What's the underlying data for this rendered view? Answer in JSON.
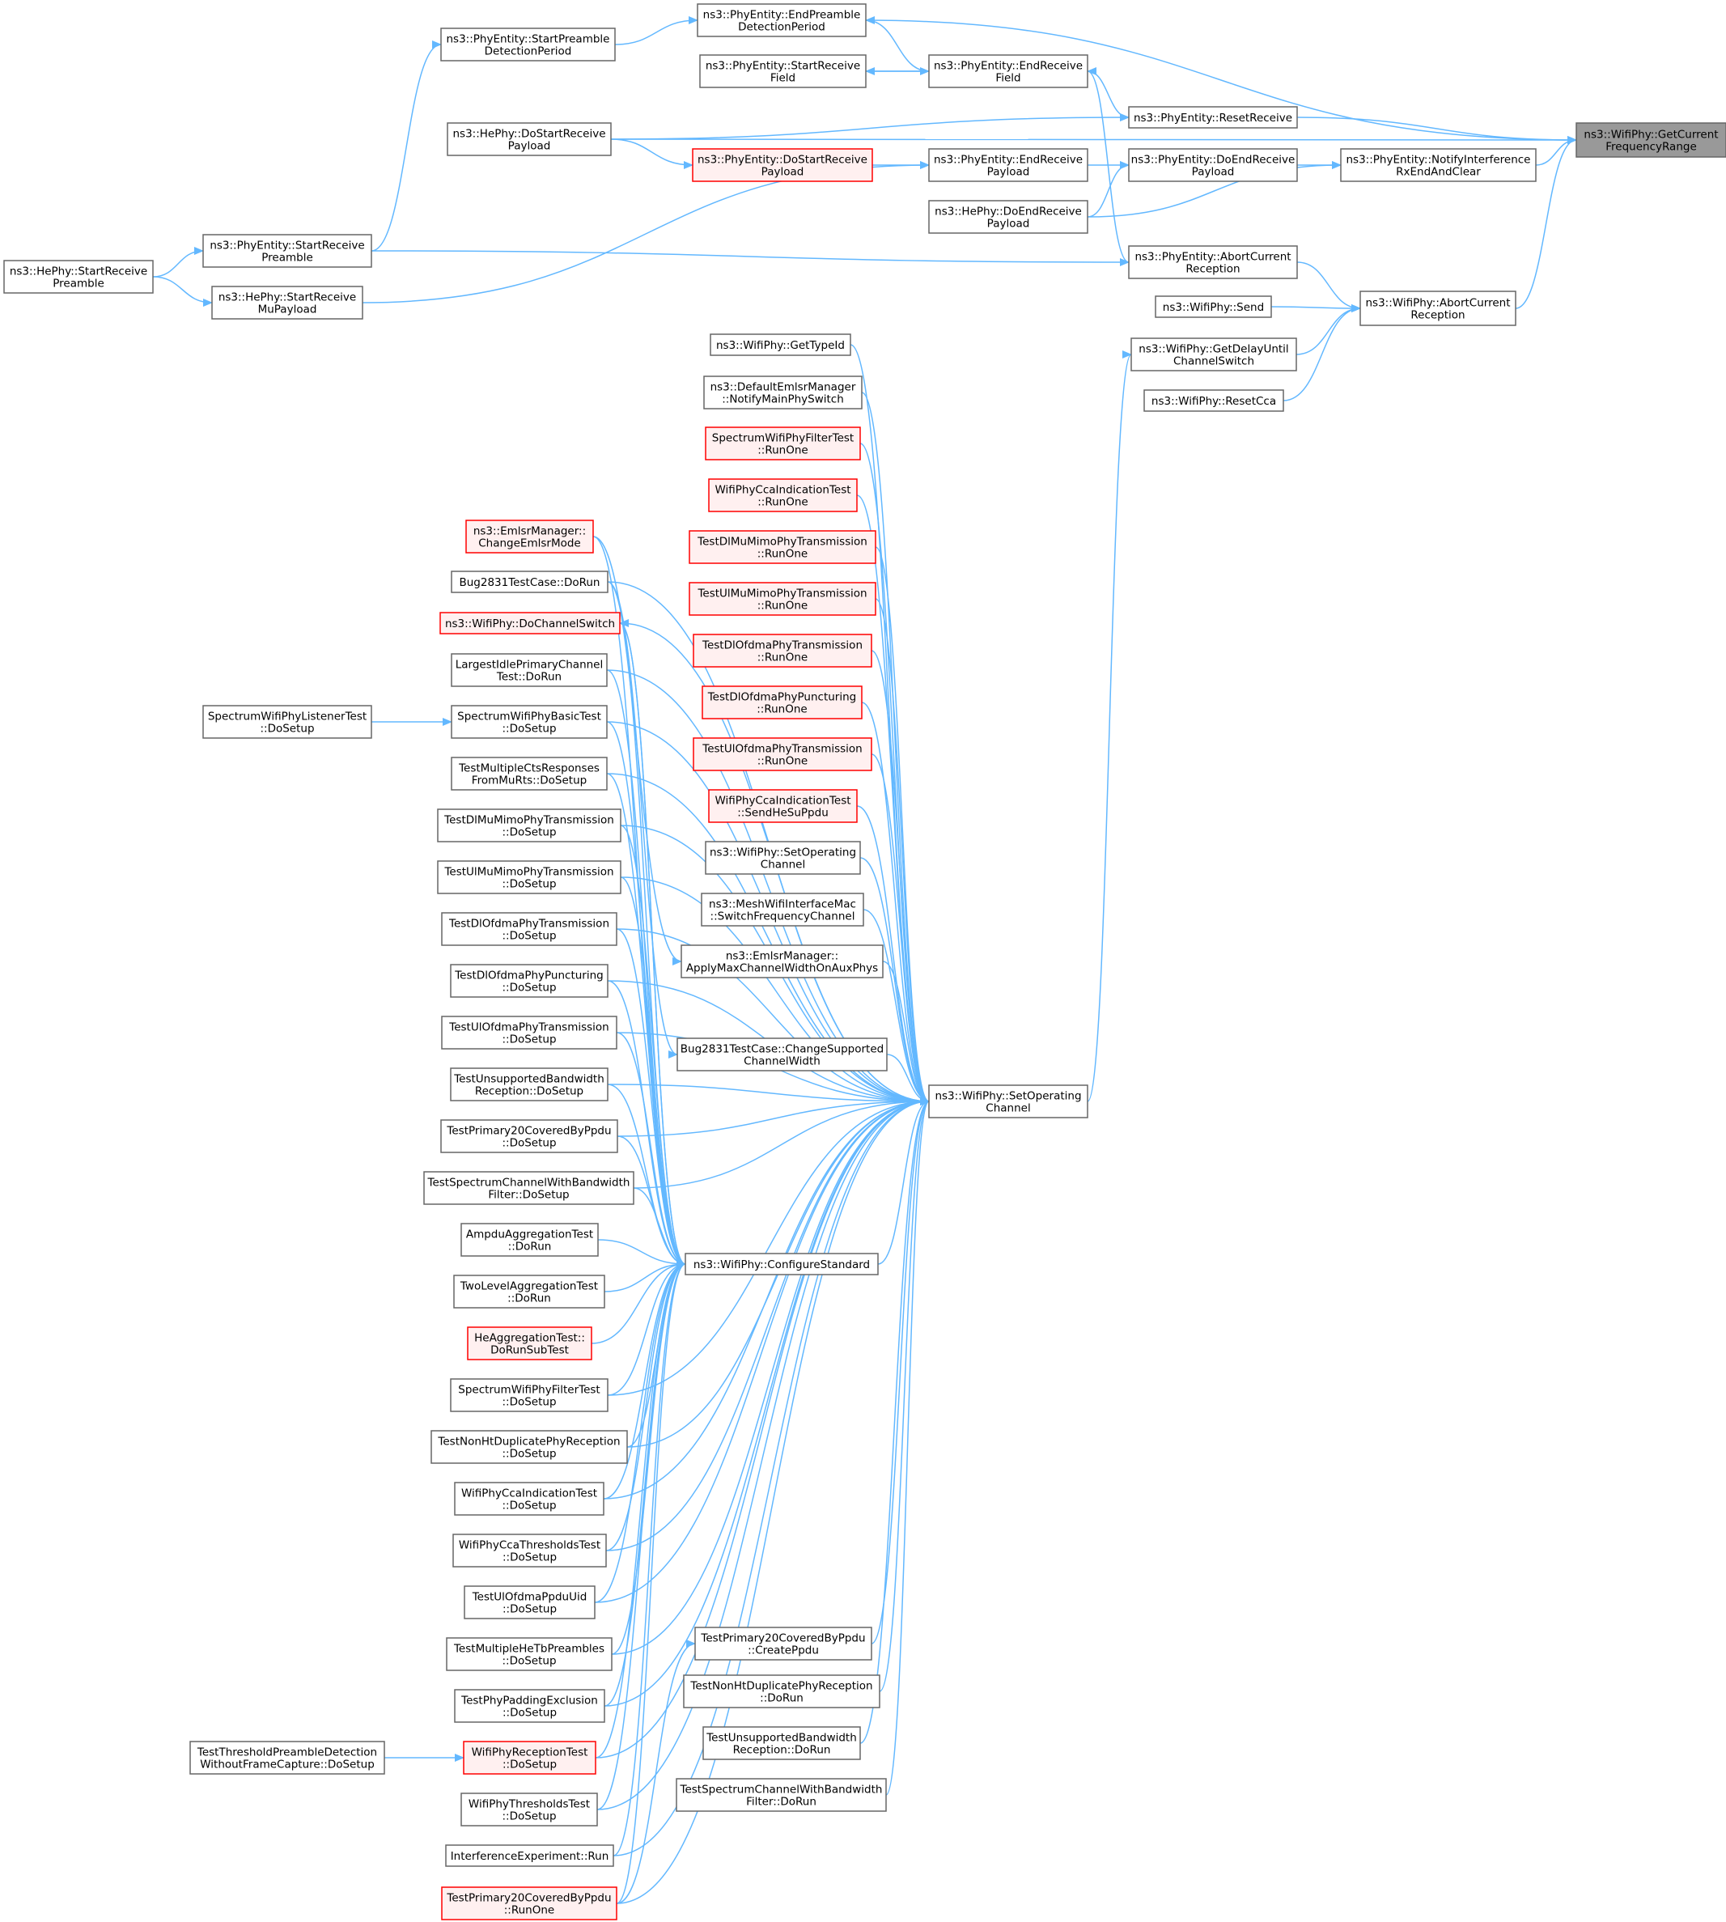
{
  "colors": {
    "edge": "#63b8ff",
    "node_border": "#666666",
    "node_fill": "#ffffff",
    "red_border": "#ff0000",
    "red_fill": "#fff0f0",
    "root_fill": "#999999",
    "root_border": "#666666"
  },
  "nodes": [
    {
      "id": "root",
      "lines": [
        "ns3::WifiPhy::GetCurrent",
        "FrequencyRange"
      ],
      "style": "root"
    },
    {
      "id": "endPreambleDet",
      "lines": [
        "ns3::PhyEntity::EndPreamble",
        "DetectionPeriod"
      ],
      "style": "normal"
    },
    {
      "id": "startPreambleDet",
      "lines": [
        "ns3::PhyEntity::StartPreamble",
        "DetectionPeriod"
      ],
      "style": "normal"
    },
    {
      "id": "endReceiveField",
      "lines": [
        "ns3::PhyEntity::EndReceive",
        "Field"
      ],
      "style": "normal"
    },
    {
      "id": "startReceiveField",
      "lines": [
        "ns3::PhyEntity::StartReceive",
        "Field"
      ],
      "style": "normal"
    },
    {
      "id": "resetReceive",
      "lines": [
        "ns3::PhyEntity::ResetReceive"
      ],
      "style": "normal"
    },
    {
      "id": "heDoStartReceivePayload",
      "lines": [
        "ns3::HePhy::DoStartReceive",
        "Payload"
      ],
      "style": "normal"
    },
    {
      "id": "peDoStartReceivePayload",
      "lines": [
        "ns3::PhyEntity::DoStartReceive",
        "Payload"
      ],
      "style": "red"
    },
    {
      "id": "peEndReceivePayload",
      "lines": [
        "ns3::PhyEntity::EndReceive",
        "Payload"
      ],
      "style": "normal"
    },
    {
      "id": "peDoEndReceivePayload",
      "lines": [
        "ns3::PhyEntity::DoEndReceive",
        "Payload"
      ],
      "style": "normal"
    },
    {
      "id": "notifyInterference",
      "lines": [
        "ns3::PhyEntity::NotifyInterference",
        "RxEndAndClear"
      ],
      "style": "normal"
    },
    {
      "id": "heDoEndReceivePayload",
      "lines": [
        "ns3::HePhy::DoEndReceive",
        "Payload"
      ],
      "style": "normal"
    },
    {
      "id": "peStartReceivePreamble",
      "lines": [
        "ns3::PhyEntity::StartReceive",
        "Preamble"
      ],
      "style": "normal"
    },
    {
      "id": "heStartReceivePreamble",
      "lines": [
        "ns3::HePhy::StartReceive",
        "Preamble"
      ],
      "style": "normal"
    },
    {
      "id": "heStartReceiveMuPayload",
      "lines": [
        "ns3::HePhy::StartReceive",
        "MuPayload"
      ],
      "style": "normal"
    },
    {
      "id": "peAbortCurrentReception",
      "lines": [
        "ns3::PhyEntity::AbortCurrent",
        "Reception"
      ],
      "style": "normal"
    },
    {
      "id": "wpAbortCurrentReception",
      "lines": [
        "ns3::WifiPhy::AbortCurrent",
        "Reception"
      ],
      "style": "normal"
    },
    {
      "id": "wpSend",
      "lines": [
        "ns3::WifiPhy::Send"
      ],
      "style": "normal"
    },
    {
      "id": "wpGetDelayUntil",
      "lines": [
        "ns3::WifiPhy::GetDelayUntil",
        "ChannelSwitch"
      ],
      "style": "normal"
    },
    {
      "id": "wpResetCca",
      "lines": [
        "ns3::WifiPhy::ResetCca"
      ],
      "style": "normal"
    },
    {
      "id": "wpGetTypeId",
      "lines": [
        "ns3::WifiPhy::GetTypeId"
      ],
      "style": "normal"
    },
    {
      "id": "notifyMainPhySwitch",
      "lines": [
        "ns3::DefaultEmlsrManager",
        "::NotifyMainPhySwitch"
      ],
      "style": "normal"
    },
    {
      "id": "swpfRunOne",
      "lines": [
        "SpectrumWifiPhyFilterTest",
        "::RunOne"
      ],
      "style": "red"
    },
    {
      "id": "wpciRunOne",
      "lines": [
        "WifiPhyCcaIndicationTest",
        "::RunOne"
      ],
      "style": "red"
    },
    {
      "id": "tdlmmRunOne",
      "lines": [
        "TestDlMuMimoPhyTransmission",
        "::RunOne"
      ],
      "style": "red"
    },
    {
      "id": "tulmmRunOne",
      "lines": [
        "TestUlMuMimoPhyTransmission",
        "::RunOne"
      ],
      "style": "red"
    },
    {
      "id": "tdlofRunOne",
      "lines": [
        "TestDlOfdmaPhyTransmission",
        "::RunOne"
      ],
      "style": "red"
    },
    {
      "id": "tdlopRunOne",
      "lines": [
        "TestDlOfdmaPhyPuncturing",
        "::RunOne"
      ],
      "style": "red"
    },
    {
      "id": "tulofRunOne",
      "lines": [
        "TestUlOfdmaPhyTransmission",
        "::RunOne"
      ],
      "style": "red"
    },
    {
      "id": "wpciSendHeSuPpdu",
      "lines": [
        "WifiPhyCcaIndicationTest",
        "::SendHeSuPpdu"
      ],
      "style": "red"
    },
    {
      "id": "wpSetOpChannelA",
      "lines": [
        "ns3::WifiPhy::SetOperating",
        "Channel"
      ],
      "style": "normal"
    },
    {
      "id": "meshSwitchFreq",
      "lines": [
        "ns3::MeshWifiInterfaceMac",
        "::SwitchFrequencyChannel"
      ],
      "style": "normal"
    },
    {
      "id": "emlsrApplyMax",
      "lines": [
        "ns3::EmlsrManager::",
        "ApplyMaxChannelWidthOnAuxPhys"
      ],
      "style": "normal"
    },
    {
      "id": "bugChangeSupported",
      "lines": [
        "Bug2831TestCase::ChangeSupported",
        "ChannelWidth"
      ],
      "style": "normal"
    },
    {
      "id": "wpSetOpChannel",
      "lines": [
        "ns3::WifiPhy::SetOperating",
        "Channel"
      ],
      "style": "normal"
    },
    {
      "id": "emlsrChangeMode",
      "lines": [
        "ns3::EmlsrManager::",
        "ChangeEmlsrMode"
      ],
      "style": "red"
    },
    {
      "id": "bugDoRun",
      "lines": [
        "Bug2831TestCase::DoRun"
      ],
      "style": "normal"
    },
    {
      "id": "wpDoChannelSwitch",
      "lines": [
        "ns3::WifiPhy::DoChannelSwitch"
      ],
      "style": "red"
    },
    {
      "id": "largestIdle",
      "lines": [
        "LargestIdlePrimaryChannel",
        "Test::DoRun"
      ],
      "style": "normal"
    },
    {
      "id": "swpListener",
      "lines": [
        "SpectrumWifiPhyListenerTest",
        "::DoSetup"
      ],
      "style": "normal"
    },
    {
      "id": "swpBasic",
      "lines": [
        "SpectrumWifiPhyBasicTest",
        "::DoSetup"
      ],
      "style": "normal"
    },
    {
      "id": "multiCts",
      "lines": [
        "TestMultipleCtsResponses",
        "FromMuRts::DoSetup"
      ],
      "style": "normal"
    },
    {
      "id": "tdlmmSetup",
      "lines": [
        "TestDlMuMimoPhyTransmission",
        "::DoSetup"
      ],
      "style": "normal"
    },
    {
      "id": "tulmmSetup",
      "lines": [
        "TestUlMuMimoPhyTransmission",
        "::DoSetup"
      ],
      "style": "normal"
    },
    {
      "id": "tdlofSetup",
      "lines": [
        "TestDlOfdmaPhyTransmission",
        "::DoSetup"
      ],
      "style": "normal"
    },
    {
      "id": "tdlopSetup",
      "lines": [
        "TestDlOfdmaPhyPuncturing",
        "::DoSetup"
      ],
      "style": "normal"
    },
    {
      "id": "tulofSetup",
      "lines": [
        "TestUlOfdmaPhyTransmission",
        "::DoSetup"
      ],
      "style": "normal"
    },
    {
      "id": "tubwSetup",
      "lines": [
        "TestUnsupportedBandwidth",
        "Reception::DoSetup"
      ],
      "style": "normal"
    },
    {
      "id": "tp20Setup",
      "lines": [
        "TestPrimary20CoveredByPpdu",
        "::DoSetup"
      ],
      "style": "normal"
    },
    {
      "id": "tscbwSetup",
      "lines": [
        "TestSpectrumChannelWithBandwidth",
        "Filter::DoSetup"
      ],
      "style": "normal"
    },
    {
      "id": "ampduRun",
      "lines": [
        "AmpduAggregationTest",
        "::DoRun"
      ],
      "style": "normal"
    },
    {
      "id": "twoLevelRun",
      "lines": [
        "TwoLevelAggregationTest",
        "::DoRun"
      ],
      "style": "normal"
    },
    {
      "id": "heAggSub",
      "lines": [
        "HeAggregationTest::",
        "DoRunSubTest"
      ],
      "style": "red"
    },
    {
      "id": "wpConfigureStandard",
      "lines": [
        "ns3::WifiPhy::ConfigureStandard"
      ],
      "style": "normal"
    },
    {
      "id": "swpfSetup",
      "lines": [
        "SpectrumWifiPhyFilterTest",
        "::DoSetup"
      ],
      "style": "normal"
    },
    {
      "id": "tnhtSetup",
      "lines": [
        "TestNonHtDuplicatePhyReception",
        "::DoSetup"
      ],
      "style": "normal"
    },
    {
      "id": "wpciSetup",
      "lines": [
        "WifiPhyCcaIndicationTest",
        "::DoSetup"
      ],
      "style": "normal"
    },
    {
      "id": "wpctSetup",
      "lines": [
        "WifiPhyCcaThresholdsTest",
        "::DoSetup"
      ],
      "style": "normal"
    },
    {
      "id": "tuluidSetup",
      "lines": [
        "TestUlOfdmaPpduUid",
        "::DoSetup"
      ],
      "style": "normal"
    },
    {
      "id": "tmhtbSetup",
      "lines": [
        "TestMultipleHeTbPreambles",
        "::DoSetup"
      ],
      "style": "normal"
    },
    {
      "id": "tppeSetup",
      "lines": [
        "TestPhyPaddingExclusion",
        "::DoSetup"
      ],
      "style": "normal"
    },
    {
      "id": "tp20Create",
      "lines": [
        "TestPrimary20CoveredByPpdu",
        "::CreatePpdu"
      ],
      "style": "normal"
    },
    {
      "id": "tnhtRun",
      "lines": [
        "TestNonHtDuplicatePhyReception",
        "::DoRun"
      ],
      "style": "normal"
    },
    {
      "id": "tubwRun",
      "lines": [
        "TestUnsupportedBandwidth",
        "Reception::DoRun"
      ],
      "style": "normal"
    },
    {
      "id": "tscbwRun",
      "lines": [
        "TestSpectrumChannelWithBandwidth",
        "Filter::DoRun"
      ],
      "style": "normal"
    },
    {
      "id": "tpdwfc",
      "lines": [
        "TestThresholdPreambleDetection",
        "WithoutFrameCapture::DoSetup"
      ],
      "style": "normal"
    },
    {
      "id": "wprSetup",
      "lines": [
        "WifiPhyReceptionTest",
        "::DoSetup"
      ],
      "style": "red"
    },
    {
      "id": "wptSetup",
      "lines": [
        "WifiPhyThresholdsTest",
        "::DoSetup"
      ],
      "style": "normal"
    },
    {
      "id": "interfRun",
      "lines": [
        "InterferenceExperiment::Run"
      ],
      "style": "normal"
    },
    {
      "id": "tp20RunOne",
      "lines": [
        "TestPrimary20CoveredByPpdu",
        "::RunOne"
      ],
      "style": "red"
    }
  ]
}
